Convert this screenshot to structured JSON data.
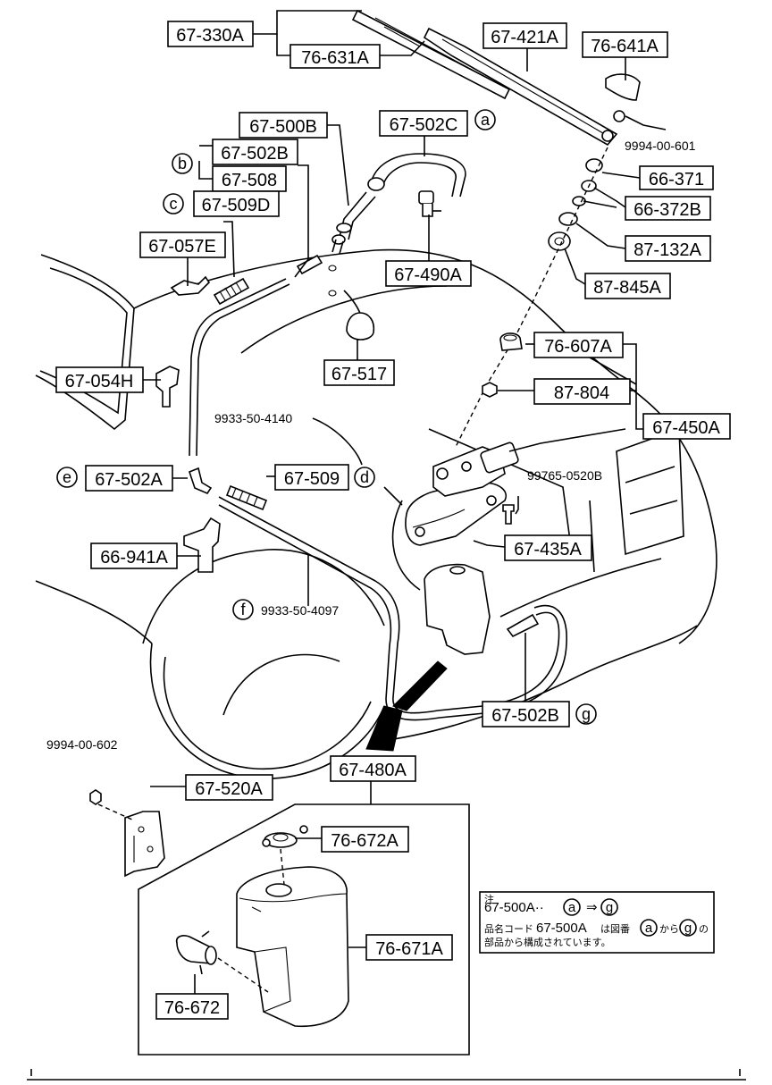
{
  "parts": {
    "p67_330A": "67-330A",
    "p76_631A": "76-631A",
    "p67_421A": "67-421A",
    "p76_641A": "76-641A",
    "p9994_00_601": "9994-00-601",
    "p67_500B": "67-500B",
    "p67_502C": "67-502C",
    "p67_502B_top": "67-502B",
    "p67_508": "67-508",
    "p67_509D": "67-509D",
    "p66_371": "66-371",
    "p66_372B": "66-372B",
    "p87_132A": "87-132A",
    "p87_845A": "87-845A",
    "p67_057E": "67-057E",
    "p67_490A": "67-490A",
    "p67_517": "67-517",
    "p76_607A": "76-607A",
    "p67_054H": "67-054H",
    "p87_804": "87-804",
    "p67_450A": "67-450A",
    "p9933_50_4140": "9933-50-4140",
    "p99765_0520B": "99765-0520B",
    "p67_502A": "67-502A",
    "p67_509": "67-509",
    "p67_435A": "67-435A",
    "p66_941A": "66-941A",
    "p9933_50_4097": "9933-50-4097",
    "p67_502B_bottom": "67-502B",
    "p9994_00_602": "9994-00-602",
    "p67_480A": "67-480A",
    "p67_520A": "67-520A",
    "p76_672A": "76-672A",
    "p76_671A": "76-671A",
    "p76_672": "76-672"
  },
  "callouts": {
    "a": "a",
    "b": "b",
    "c": "c",
    "d": "d",
    "e": "e",
    "f": "f",
    "g": "g"
  },
  "note": {
    "heading": "注",
    "code": "67-500A··",
    "from": "a",
    "arrow": "⇒",
    "to": "g",
    "line2_pre": "品名コード",
    "line2_code": "67-500A",
    "line2_mid": "は図番",
    "line2_a": "a",
    "line2_kara": "から",
    "line2_g": "g",
    "line2_no": "の",
    "line3": "部品から構成されています。"
  }
}
